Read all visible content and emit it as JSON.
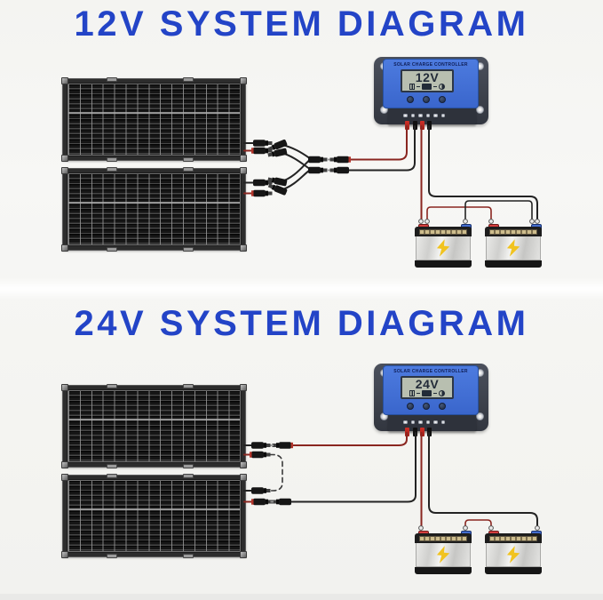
{
  "sections": [
    {
      "title": "12V SYSTEM DIAGRAM",
      "wiring": "parallel",
      "panel_count": 2,
      "battery_count": 2,
      "controller": {
        "label": "SOLAR CHARGE CONTROLLER",
        "display": "12V"
      }
    },
    {
      "title": "24V SYSTEM DIAGRAM",
      "wiring": "series",
      "panel_count": 2,
      "battery_count": 2,
      "controller": {
        "label": "SOLAR CHARGE CONTROLLER",
        "display": "24V"
      }
    }
  ],
  "colors": {
    "title_blue": "#2344c7",
    "controller_blue": "#3a66cc",
    "controller_plate": "#32363f",
    "lcd_green": "#b8bfb0",
    "wire_red": "#8a2620",
    "wire_black": "#232323",
    "stub_red": "#d03028",
    "terminal_red": "#c13434",
    "terminal_blue": "#2f5cc0",
    "bolt_yellow": "#f1c31f",
    "background": "#f5f5f2"
  },
  "icons": {
    "lcd_icons": [
      "solar-panel-icon",
      "arrow-icon",
      "battery-icon",
      "arrow-icon",
      "load-icon"
    ]
  }
}
